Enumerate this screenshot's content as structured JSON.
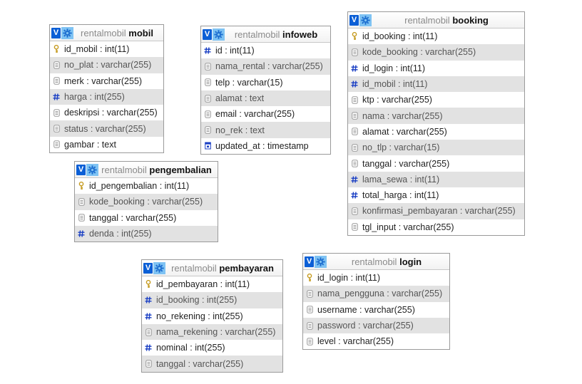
{
  "tables": [
    {
      "db": "rentalmobil",
      "name": "mobil",
      "columns": [
        {
          "text": "id_mobil : int(11)",
          "icon": "key-icon"
        },
        {
          "text": "no_plat : varchar(255)",
          "icon": "text-column-icon"
        },
        {
          "text": "merk : varchar(255)",
          "icon": "text-column-icon"
        },
        {
          "text": "harga : int(255)",
          "icon": "numeric-column-icon"
        },
        {
          "text": "deskripsi : varchar(255)",
          "icon": "text-column-icon"
        },
        {
          "text": "status : varchar(255)",
          "icon": "text-column-icon"
        },
        {
          "text": "gambar : text",
          "icon": "text-column-icon"
        }
      ]
    },
    {
      "db": "rentalmobil",
      "name": "infoweb",
      "columns": [
        {
          "text": "id : int(11)",
          "icon": "numeric-column-icon"
        },
        {
          "text": "nama_rental : varchar(255)",
          "icon": "text-column-icon"
        },
        {
          "text": "telp : varchar(15)",
          "icon": "text-column-icon"
        },
        {
          "text": "alamat : text",
          "icon": "text-column-icon"
        },
        {
          "text": "email : varchar(255)",
          "icon": "text-column-icon"
        },
        {
          "text": "no_rek : text",
          "icon": "text-column-icon"
        },
        {
          "text": "updated_at : timestamp",
          "icon": "timestamp-column-icon"
        }
      ]
    },
    {
      "db": "rentalmobil",
      "name": "booking",
      "columns": [
        {
          "text": "id_booking : int(11)",
          "icon": "key-icon"
        },
        {
          "text": "kode_booking : varchar(255)",
          "icon": "text-column-icon"
        },
        {
          "text": "id_login : int(11)",
          "icon": "numeric-column-icon"
        },
        {
          "text": "id_mobil : int(11)",
          "icon": "numeric-column-icon"
        },
        {
          "text": "ktp : varchar(255)",
          "icon": "text-column-icon"
        },
        {
          "text": "nama : varchar(255)",
          "icon": "text-column-icon"
        },
        {
          "text": "alamat : varchar(255)",
          "icon": "text-column-icon"
        },
        {
          "text": "no_tlp : varchar(15)",
          "icon": "text-column-icon"
        },
        {
          "text": "tanggal : varchar(255)",
          "icon": "text-column-icon"
        },
        {
          "text": "lama_sewa : int(11)",
          "icon": "numeric-column-icon"
        },
        {
          "text": "total_harga : int(11)",
          "icon": "numeric-column-icon"
        },
        {
          "text": "konfirmasi_pembayaran : varchar(255)",
          "icon": "text-column-icon"
        },
        {
          "text": "tgl_input : varchar(255)",
          "icon": "text-column-icon"
        }
      ]
    },
    {
      "db": "rentalmobil",
      "name": "pengembalian",
      "columns": [
        {
          "text": "id_pengembalian : int(11)",
          "icon": "key-icon"
        },
        {
          "text": "kode_booking : varchar(255)",
          "icon": "text-column-icon"
        },
        {
          "text": "tanggal : varchar(255)",
          "icon": "text-column-icon"
        },
        {
          "text": "denda : int(255)",
          "icon": "numeric-column-icon"
        }
      ]
    },
    {
      "db": "rentalmobil",
      "name": "pembayaran",
      "columns": [
        {
          "text": "id_pembayaran : int(11)",
          "icon": "key-icon"
        },
        {
          "text": "id_booking : int(255)",
          "icon": "numeric-column-icon"
        },
        {
          "text": "no_rekening : int(255)",
          "icon": "numeric-column-icon"
        },
        {
          "text": "nama_rekening : varchar(255)",
          "icon": "text-column-icon"
        },
        {
          "text": "nominal : int(255)",
          "icon": "numeric-column-icon"
        },
        {
          "text": "tanggal : varchar(255)",
          "icon": "text-column-icon"
        }
      ]
    },
    {
      "db": "rentalmobil",
      "name": "login",
      "columns": [
        {
          "text": "id_login : int(11)",
          "icon": "key-icon"
        },
        {
          "text": "nama_pengguna : varchar(255)",
          "icon": "text-column-icon"
        },
        {
          "text": "username : varchar(255)",
          "icon": "text-column-icon"
        },
        {
          "text": "password : varchar(255)",
          "icon": "text-column-icon"
        },
        {
          "text": "level : varchar(255)",
          "icon": "text-column-icon"
        }
      ]
    }
  ],
  "header_icons": {
    "toggle": "V",
    "toggle_icon": "toggle-v-icon",
    "options_icon": "gear-icon"
  },
  "colors": {
    "header_toggle": "#0b5fd6",
    "header_gear_bg": "#7fc3f3",
    "alt_row": "#e2e2e2",
    "numeric_icon": "#1a3fc4",
    "key_icon": "#c59a1e",
    "border": "#9a9a9a"
  }
}
